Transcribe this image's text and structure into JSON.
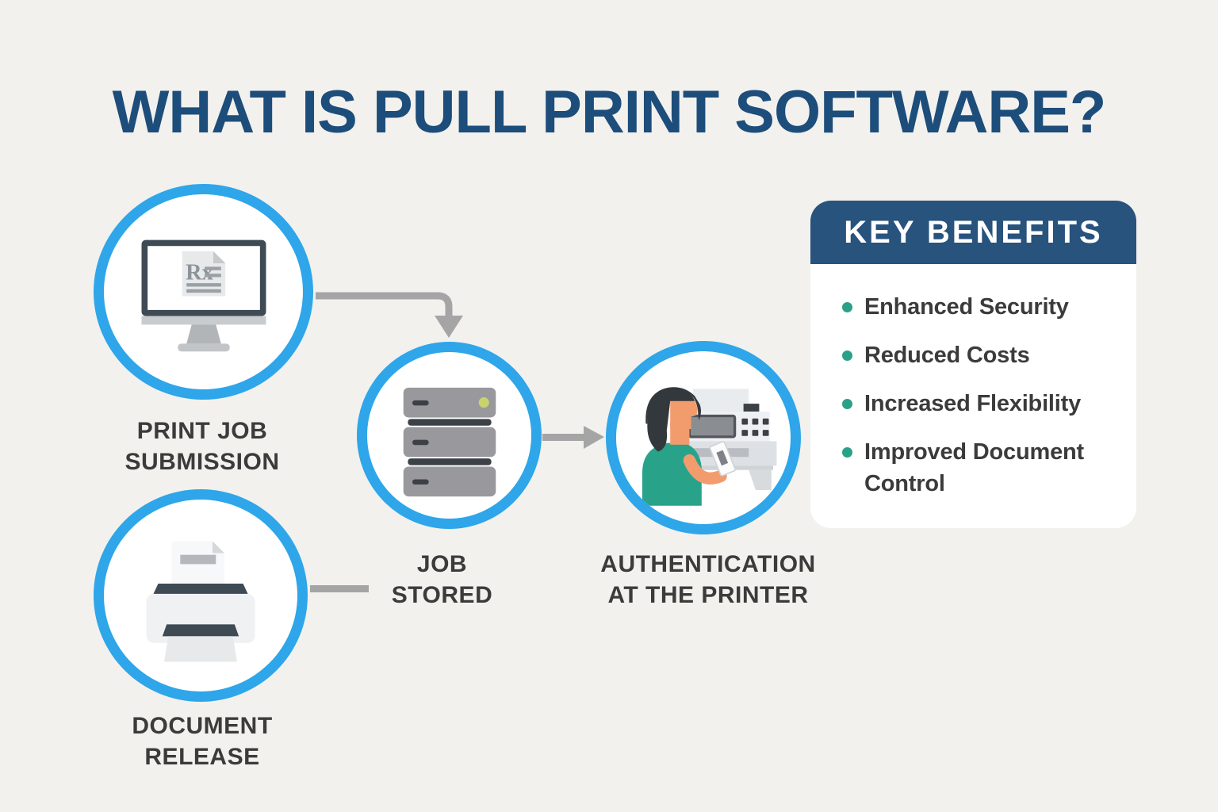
{
  "title": "WHAT IS PULL PRINT SOFTWARE?",
  "steps": [
    {
      "name": "print-job-submission",
      "icon": "monitor-document-icon",
      "label_lines": [
        "PRINT JOB",
        "SUBMISSION"
      ],
      "document_glyph": "Rx"
    },
    {
      "name": "job-stored",
      "icon": "server-icon",
      "label_lines": [
        "JOB",
        "STORED"
      ]
    },
    {
      "name": "authentication-at-the-printer",
      "icon": "person-at-printer-icon",
      "label_lines": [
        "AUTHENTICATION",
        "AT THE PRINTER"
      ]
    },
    {
      "name": "document-release",
      "icon": "printer-icon",
      "label_lines": [
        "DOCUMENT",
        "RELEASE"
      ]
    }
  ],
  "benefits_panel": {
    "header": "KEY BENEFITS",
    "items": [
      "Enhanced Security",
      "Reduced Costs",
      "Increased Flexibility",
      "Improved Document Control"
    ]
  },
  "colors": {
    "background": "#f2f1ee",
    "title_blue": "#1d4d7a",
    "ring_blue": "#2ea6e9",
    "panel_header_blue": "#27537d",
    "bullet_teal": "#2aa187",
    "label_gray": "#3b3b3b",
    "arrow_gray": "#a5a5a5"
  }
}
